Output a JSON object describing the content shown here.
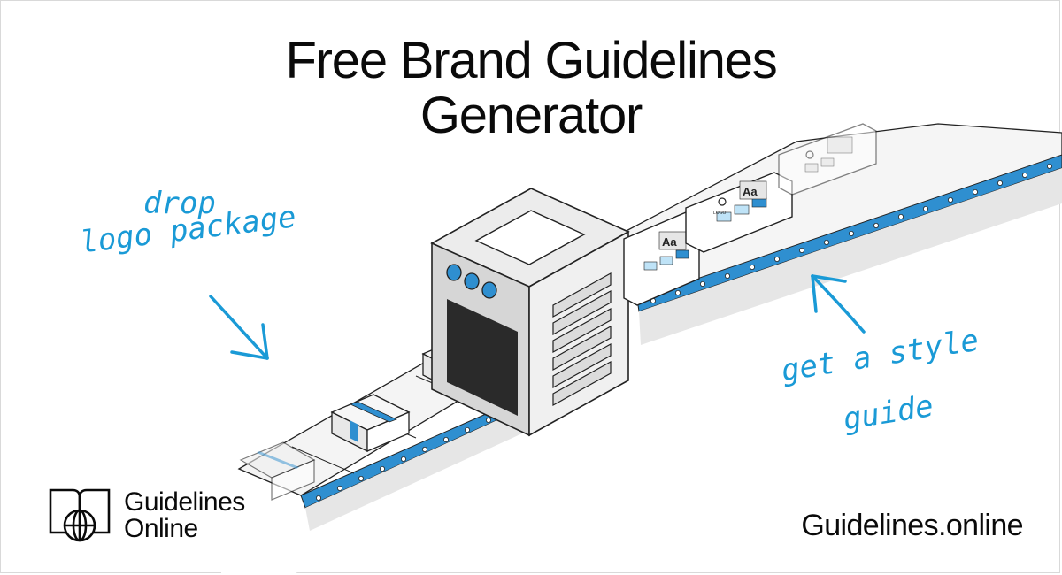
{
  "banner": {
    "title_line1": "Free Brand Guidelines",
    "title_line2": "Generator",
    "note_drop": "drop",
    "note_logo_package": "logo package",
    "note_get_style": "get a style",
    "note_guide": "guide"
  },
  "illustration": {
    "card_glyph": "Aa",
    "card_logo_label": "LOGO"
  },
  "brand": {
    "name_line1": "Guidelines",
    "name_line2": "Online",
    "url": "Guidelines.online",
    "logo_icon": "book-globe-logo-icon"
  },
  "colors": {
    "accent": "#1a9ad6",
    "accent_light": "#bfe3f7",
    "ink": "#0a0a0a",
    "background": "#ffffff"
  }
}
